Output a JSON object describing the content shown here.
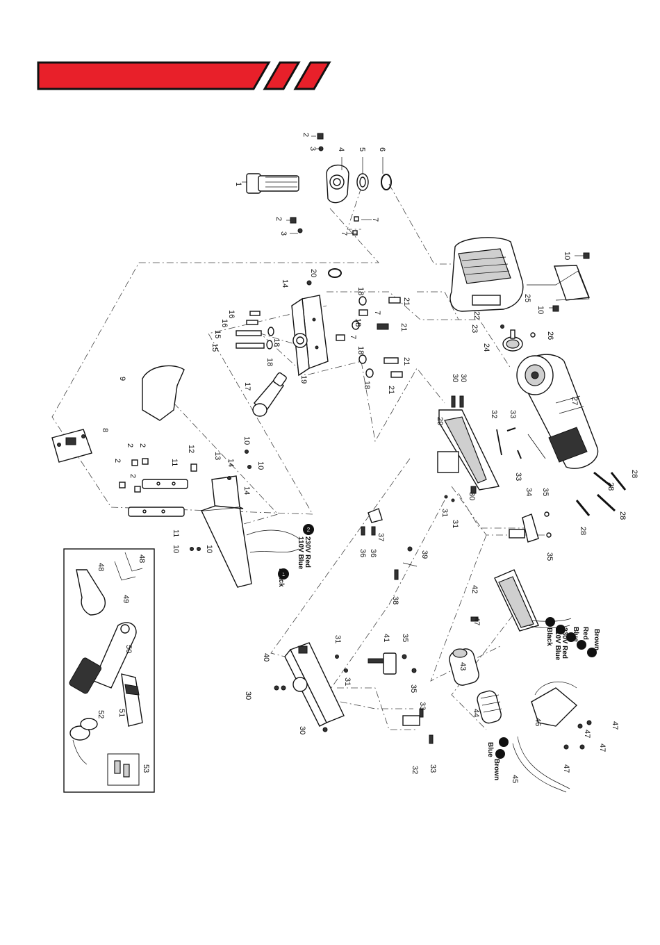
{
  "colors": {
    "banner": "#e8202a",
    "ink": "#111111",
    "paper": "#ffffff"
  },
  "callouts": {
    "c1": "1",
    "c2": "2",
    "c3": "3",
    "c4": "4",
    "c5": "5",
    "c6": "6",
    "c7": "7",
    "c8": "8",
    "c9": "9",
    "c10": "10",
    "c11": "11",
    "c12": "12",
    "c13": "13",
    "c14": "14",
    "c15": "15",
    "c16": "16",
    "c17": "17",
    "c18": "18",
    "c19": "19",
    "c20": "20",
    "c21": "21",
    "c22": "22",
    "c23": "23",
    "c24": "24",
    "c25": "25",
    "c26": "26",
    "c27": "27",
    "c28": "28",
    "c29": "29",
    "c30": "30",
    "c31": "31",
    "c32": "32",
    "c33": "33",
    "c34": "34",
    "c35": "35",
    "c36": "36",
    "c37": "37",
    "c38": "38",
    "c39": "39",
    "c40": "40",
    "c41": "41",
    "c42": "42",
    "c43": "43",
    "c44": "44",
    "c45": "45",
    "c46": "46",
    "c47": "47",
    "c48": "48",
    "c49": "49",
    "c50": "50",
    "c51": "51",
    "c52": "52",
    "c53": "53"
  },
  "wire_labels": {
    "red_230v": "230V Red",
    "blue_110v": "110V Blue",
    "black": "Black",
    "brown": "Brown",
    "red": "Red",
    "blue": "Blue",
    "blue2": "Blue",
    "brown2": "Brown"
  },
  "connector_ids": {
    "k1": "1",
    "k2": "2",
    "k3": "3",
    "k4": "4",
    "k5": "5",
    "k6": "6",
    "k7": "7",
    "k8": "8"
  }
}
